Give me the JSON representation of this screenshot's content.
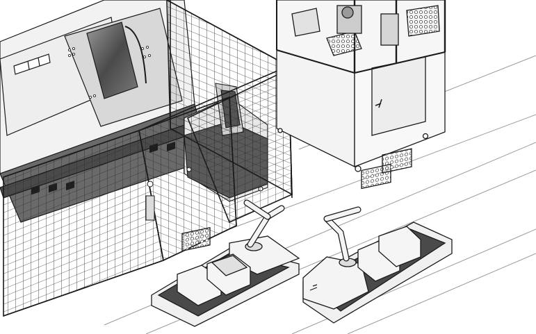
{
  "scene": {
    "kind": "isometric technical line illustration",
    "palette": {
      "background": "#ffffff",
      "stroke": "#1a1a1a",
      "light_gray": "#e6e6e6",
      "mid_gray": "#bdbdbd",
      "dark_gray": "#5c5c5c",
      "floor_line": "#9a9a9a"
    },
    "objects": [
      "cnc-machine",
      "safety-fence",
      "fence-gate",
      "enclosed-workcell-cabinet",
      "mobile-robot-left",
      "mobile-robot-right",
      "floor-lane-lines"
    ]
  }
}
